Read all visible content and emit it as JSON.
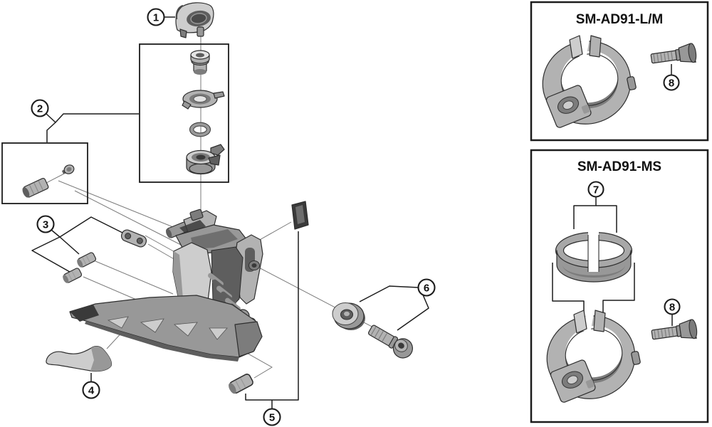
{
  "main": {
    "callouts": [
      {
        "label": "1"
      },
      {
        "label": "2"
      },
      {
        "label": "3"
      },
      {
        "label": "4"
      },
      {
        "label": "5"
      },
      {
        "label": "6"
      }
    ]
  },
  "panels": [
    {
      "title": "SM-AD91-L/M",
      "callouts": [
        {
          "label": "8"
        }
      ]
    },
    {
      "title": "SM-AD91-MS",
      "callouts": [
        {
          "label": "7"
        },
        {
          "label": "8"
        }
      ]
    }
  ],
  "colors": {
    "background": "#ffffff",
    "line": "#1c1c1c",
    "leader": "#7a7a7a",
    "part_lightest": "#e4e4e4",
    "part_light": "#cdcdcd",
    "part_mid": "#b2b2b2",
    "part": "#989898",
    "part_dark": "#7c7c7c",
    "part_darker": "#5e5e5e",
    "part_darkest": "#3a3a3a",
    "label": "#111111"
  }
}
